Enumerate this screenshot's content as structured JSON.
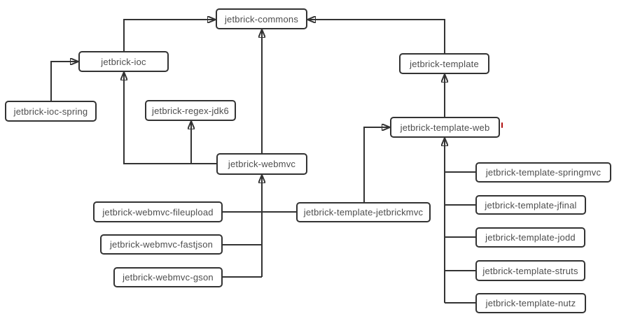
{
  "colors": {
    "background": "#ffffff",
    "line": "#333333",
    "box_border": "#333333",
    "box_fill": "#ffffff",
    "text": "#4d4d4d",
    "red_artifact": "#b01010"
  },
  "nodes": [
    {
      "id": "jetbrick-commons",
      "label": "jetbrick-commons"
    },
    {
      "id": "jetbrick-ioc",
      "label": "jetbrick-ioc"
    },
    {
      "id": "jetbrick-ioc-spring",
      "label": "jetbrick-ioc-spring"
    },
    {
      "id": "jetbrick-regex-jdk6",
      "label": "jetbrick-regex-jdk6"
    },
    {
      "id": "jetbrick-template",
      "label": "jetbrick-template"
    },
    {
      "id": "jetbrick-template-web",
      "label": "jetbrick-template-web"
    },
    {
      "id": "jetbrick-webmvc",
      "label": "jetbrick-webmvc"
    },
    {
      "id": "jetbrick-webmvc-fileupload",
      "label": "jetbrick-webmvc-fileupload"
    },
    {
      "id": "jetbrick-webmvc-fastjson",
      "label": "jetbrick-webmvc-fastjson"
    },
    {
      "id": "jetbrick-webmvc-gson",
      "label": "jetbrick-webmvc-gson"
    },
    {
      "id": "jetbrick-template-jetbrickmvc",
      "label": "jetbrick-template-jetbrickmvc"
    },
    {
      "id": "jetbrick-template-springmvc",
      "label": "jetbrick-template-springmvc"
    },
    {
      "id": "jetbrick-template-jfinal",
      "label": "jetbrick-template-jfinal"
    },
    {
      "id": "jetbrick-template-jodd",
      "label": "jetbrick-template-jodd"
    },
    {
      "id": "jetbrick-template-struts",
      "label": "jetbrick-template-struts"
    },
    {
      "id": "jetbrick-template-nutz",
      "label": "jetbrick-template-nutz"
    }
  ],
  "edges": [
    {
      "from": "jetbrick-ioc",
      "arrow_to": "jetbrick-commons"
    },
    {
      "from": "jetbrick-template",
      "arrow_to": "jetbrick-commons"
    },
    {
      "from": "jetbrick-webmvc",
      "arrow_to": "jetbrick-commons"
    },
    {
      "from": "jetbrick-ioc-spring",
      "arrow_to": "jetbrick-ioc"
    },
    {
      "from": "jetbrick-webmvc",
      "arrow_to": "jetbrick-ioc"
    },
    {
      "from": "jetbrick-webmvc",
      "arrow_to": "jetbrick-regex-jdk6"
    },
    {
      "from": "jetbrick-template-web",
      "arrow_to": "jetbrick-template"
    },
    {
      "from": "jetbrick-webmvc-fileupload",
      "arrow_to": "jetbrick-webmvc"
    },
    {
      "from": "jetbrick-webmvc-fastjson",
      "arrow_to": "jetbrick-webmvc"
    },
    {
      "from": "jetbrick-webmvc-gson",
      "arrow_to": "jetbrick-webmvc"
    },
    {
      "from": "jetbrick-template-jetbrickmvc",
      "arrow_to": "jetbrick-webmvc"
    },
    {
      "from": "jetbrick-template-jetbrickmvc",
      "arrow_to": "jetbrick-template-web"
    },
    {
      "from": "jetbrick-template-springmvc",
      "arrow_to": "jetbrick-template-web"
    },
    {
      "from": "jetbrick-template-jfinal",
      "arrow_to": "jetbrick-template-web"
    },
    {
      "from": "jetbrick-template-jodd",
      "arrow_to": "jetbrick-template-web"
    },
    {
      "from": "jetbrick-template-struts",
      "arrow_to": "jetbrick-template-web"
    },
    {
      "from": "jetbrick-template-nutz",
      "arrow_to": "jetbrick-template-web"
    }
  ]
}
